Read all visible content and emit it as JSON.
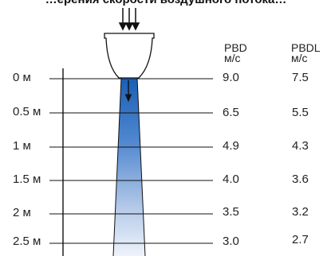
{
  "title": "…ерения скорости воздушного потока…",
  "columns": [
    {
      "name": "PBD",
      "unit": "м/с"
    },
    {
      "name": "PBDL",
      "unit": "м/с"
    }
  ],
  "rows": [
    {
      "distance": "0 м",
      "pbd": "9.0",
      "pbdl": "7.5"
    },
    {
      "distance": "0.5 м",
      "pbd": "6.5",
      "pbdl": "5.5"
    },
    {
      "distance": "1 м",
      "pbd": "4.9",
      "pbdl": "4.3"
    },
    {
      "distance": "1.5 м",
      "pbd": "4.0",
      "pbdl": "3.6"
    },
    {
      "distance": "2 м",
      "pbd": "3.5",
      "pbdl": "3.2"
    },
    {
      "distance": "2.5 м",
      "pbd": "3.0",
      "pbdl": "2.7"
    }
  ],
  "colors": {
    "jet_top": "#1a5fb4",
    "jet_bottom": "#eef3fb",
    "lines": "#111111"
  }
}
